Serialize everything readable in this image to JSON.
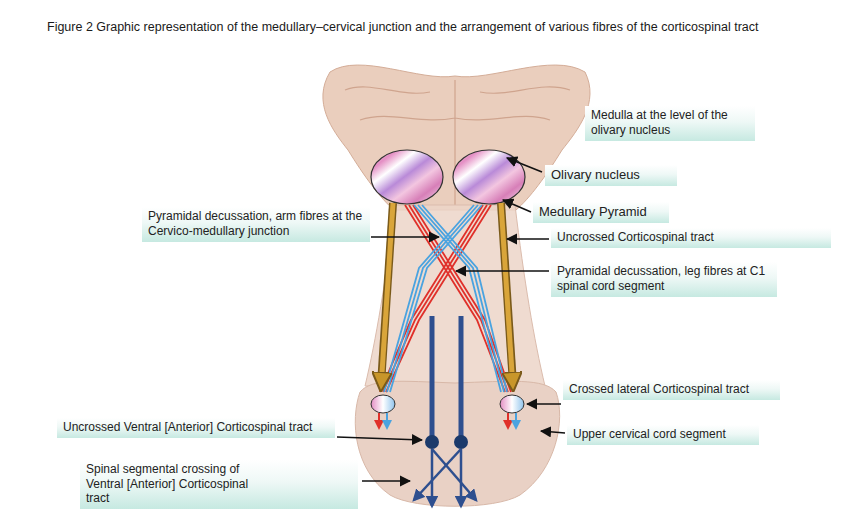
{
  "diagram": {
    "title": "Figure 2 Graphic representation of the medullary–cervical junction and the arrangement of various fibres of the corticospinal tract",
    "nodes": [
      {
        "text": [
          "Medulla at the level of the olivary nucleus"
        ]
      },
      {
        "text": [
          "Olivary nucleus"
        ]
      },
      {
        "text": [
          "Medullary Pyramid"
        ]
      },
      {
        "text": [
          "Pyramidal decussation, arm fibres at the Cervico-medullary junction"
        ]
      },
      {
        "text": [
          "Uncrossed Corticospinal tract"
        ]
      },
      {
        "text": [
          "Pyramidal decussation, leg fibres at C1 spinal cord segment"
        ]
      },
      {
        "text": [
          "Crossed lateral Corticospinal tract"
        ]
      },
      {
        "text": [
          "Uncrossed Ventral [Anterior] Corticospinal tract"
        ]
      },
      {
        "text": [
          "Upper cervical cord segment"
        ]
      },
      {
        "text": [
          "Spinal segmental crossing of Ventral [Anterior] Corticospinal tract"
        ]
      }
    ]
  }
}
